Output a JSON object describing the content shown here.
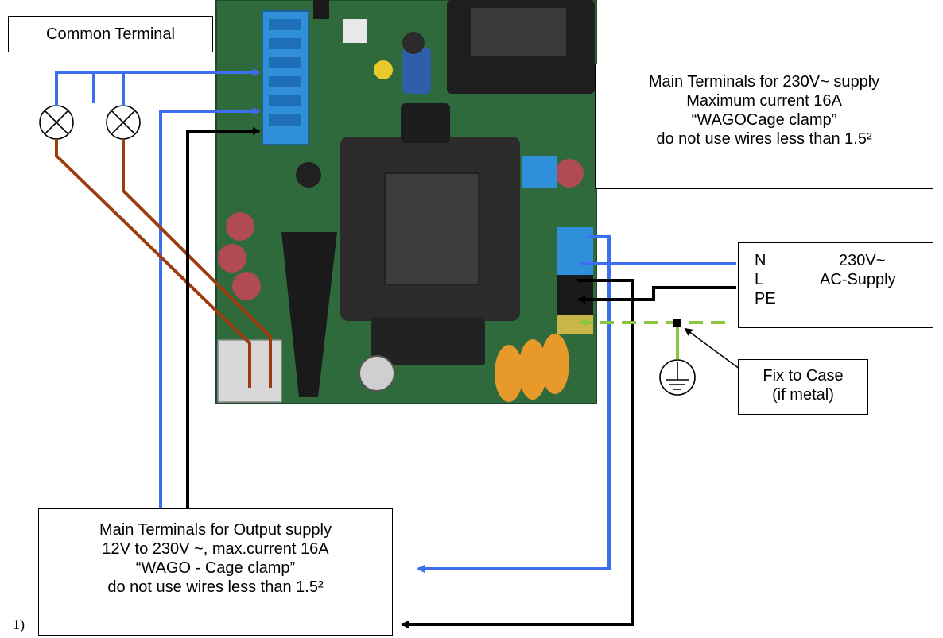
{
  "common_terminal": {
    "label": "Common Terminal"
  },
  "main_supply_terminals": {
    "lines": [
      "Main Terminals for 230V~ supply",
      "Maximum current 16A",
      "“WAGOCage clamp”",
      "do not use wires less than 1.5²"
    ]
  },
  "ac_supply": {
    "n": "N",
    "l": "L",
    "pe": "PE",
    "voltage": "230V~",
    "type": "AC-Supply"
  },
  "fix_to_case": {
    "lines": [
      "Fix to Case",
      "(if metal)"
    ]
  },
  "output_terminals": {
    "lines": [
      "Main Terminals for Output supply",
      "12V to 230V ~, max.current 16A",
      "“WAGO - Cage clamp”",
      "do not use wires less than 1.5²"
    ]
  },
  "footnote": "1)",
  "colors": {
    "neutral_wire": "#3b6ef0",
    "live_wire": "#000000",
    "lamp_wire": "#9c3d10",
    "earth_wire": "#8cc63f",
    "pcb_green": "#2f6a3c",
    "terminal_blue": "#2f8fd8",
    "transformer": "#2b2b2b"
  },
  "icons": [
    "lamp-icon",
    "ground-icon",
    "arrow-icon"
  ]
}
